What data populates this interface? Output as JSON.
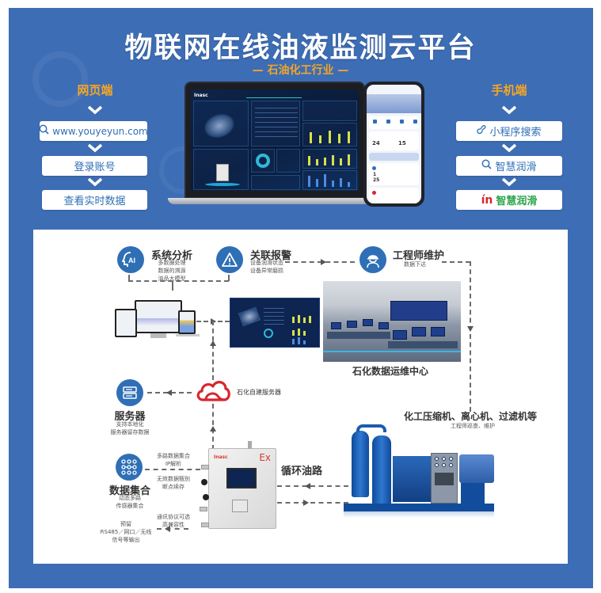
{
  "header": {
    "title": "物联网在线油液监测云平台",
    "subtitle": "— 石油化工行业 —"
  },
  "web": {
    "heading": "网页端",
    "steps": [
      {
        "icon": "search-icon",
        "label": "www.youyeyun.com"
      },
      {
        "icon": null,
        "label": "登录账号"
      },
      {
        "icon": null,
        "label": "查看实时数据"
      }
    ]
  },
  "mobile": {
    "heading": "手机端",
    "steps": [
      {
        "icon": "mini-program-icon",
        "label": "小程序搜索"
      },
      {
        "icon": "search-icon",
        "label": "智慧润滑"
      },
      {
        "icon": "brand-logo-icon",
        "label": "智慧润滑"
      }
    ]
  },
  "devices": {
    "laptop_brand": "Inasc",
    "cabinet_brand": "Inasc",
    "cabinet_mark": "Ex"
  },
  "diagram": {
    "analysis": {
      "title": "系统分析",
      "icon": "ai-head-icon",
      "lines": [
        "多数据处理",
        "数据的溯源",
        "油品大模型"
      ]
    },
    "alarm": {
      "title": "关联报警",
      "icon": "warning-icon",
      "lines": [
        "设备润滑状态",
        "设备异常磨损"
      ]
    },
    "engineer": {
      "title": "工程师维护",
      "icon": "engineer-icon",
      "lines": [
        "数据下达"
      ]
    },
    "ops_center": {
      "caption": "石化数据运维中心"
    },
    "cloud": {
      "icon": "cloud-icon",
      "label": "石化自建服务器"
    },
    "server": {
      "title": "服务器",
      "icon": "server-icon",
      "lines": [
        "支持本地化",
        "服务器留存数据"
      ]
    },
    "collection": {
      "title": "数据集合",
      "icon": "network-nodes-icon",
      "lines": [
        "动态多路",
        "传感器集合"
      ]
    },
    "features": {
      "f1": [
        "多路数据集合",
        "IP解析"
      ],
      "f2": [
        "无效数据甄别",
        "断点续存"
      ],
      "f3": [
        "通讯协议可选",
        "高兼容性"
      ],
      "f4": [
        "预留",
        "RS485／网口／无线",
        "信号等输出"
      ]
    },
    "oil_loop": {
      "label": "循环油路"
    },
    "equipment": {
      "title": "化工压缩机、离心机、过滤机等",
      "sub": "工程师巡查、维护"
    }
  },
  "colors": {
    "frame_blue": "#3d6db5",
    "accent_orange": "#f4a625",
    "icon_blue": "#2f6fb6",
    "cloud_red": "#d7262e",
    "brand_green": "#2da44e"
  }
}
